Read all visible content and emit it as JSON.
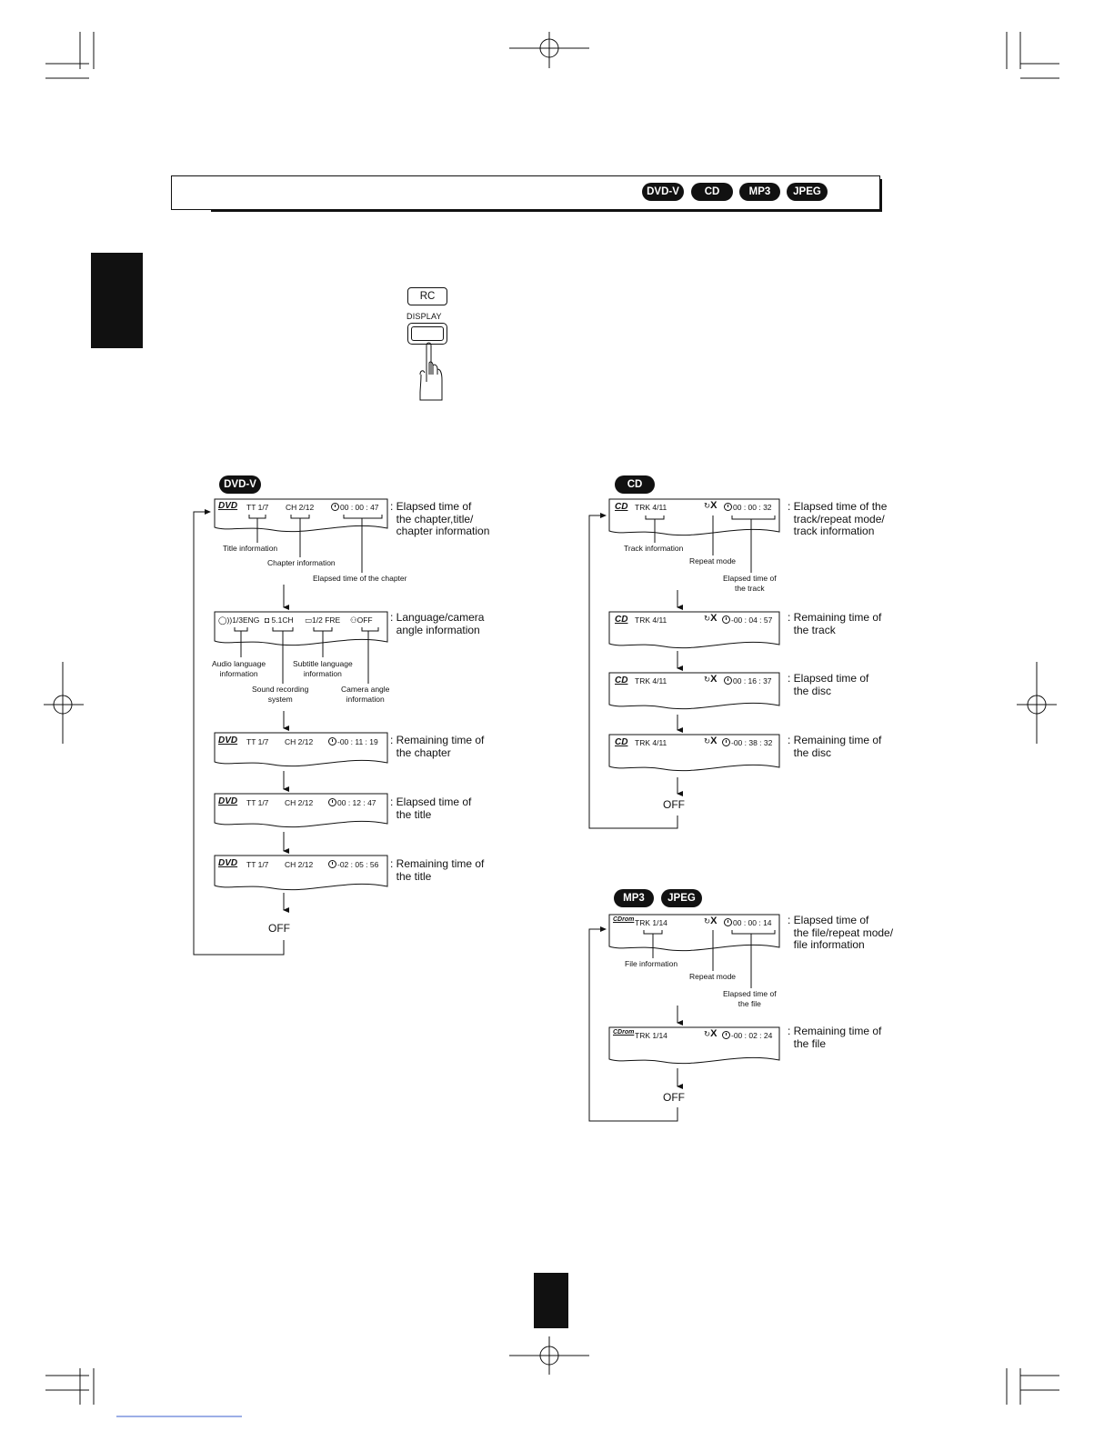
{
  "header": {
    "badges": [
      "DVD-V",
      "CD",
      "MP3",
      "JPEG"
    ]
  },
  "remote": {
    "rc_label": "RC",
    "display_label": "DISPLAY"
  },
  "dvd": {
    "badge": "DVD-V",
    "logo": "DVD",
    "screens": [
      {
        "tt": "TT  1/7",
        "ch": "CH  2/12",
        "time": "00 : 00 : 47",
        "desc": ": Elapsed time of\n  the chapter,title/\n  chapter information"
      },
      {
        "audio": "1/3ENG",
        "sound": "5.1CH",
        "subtitle": "1/2 FRE",
        "angle": "OFF",
        "desc": ": Language/camera\n  angle information"
      },
      {
        "tt": "TT  1/7",
        "ch": "CH  2/12",
        "time": "-00 : 11 : 19",
        "desc": ": Remaining time of\n  the chapter"
      },
      {
        "tt": "TT  1/7",
        "ch": "CH  2/12",
        "time": "00 : 12 : 47",
        "desc": ": Elapsed time of\n  the title"
      },
      {
        "tt": "TT  1/7",
        "ch": "CH  2/12",
        "time": "-02 : 05 : 56",
        "desc": ": Remaining time of\n  the title"
      }
    ],
    "annotations": {
      "title_info": "Title information",
      "chapter_info": "Chapter information",
      "elapsed_chapter": "Elapsed time of the chapter",
      "audio_lang": "Audio language\ninformation",
      "subtitle_lang": "Subtitle language\ninformation",
      "sound_system": "Sound recording\nsystem",
      "camera_angle": "Camera angle\ninformation"
    },
    "off": "OFF"
  },
  "cd": {
    "badge": "CD",
    "logo": "CD",
    "repeat": "X",
    "screens": [
      {
        "trk": "TRK  4/11",
        "time": "00 : 00 : 32",
        "desc": ": Elapsed time of the\n  track/repeat mode/\n  track information"
      },
      {
        "trk": "TRK  4/11",
        "time": "-00 : 04 : 57",
        "desc": ": Remaining time of\n  the track"
      },
      {
        "trk": "TRK  4/11",
        "time": "00 : 16 : 37",
        "desc": ": Elapsed time of\n  the disc"
      },
      {
        "trk": "TRK  4/11",
        "time": "-00 : 38 : 32",
        "desc": ": Remaining time of\n  the disc"
      }
    ],
    "annotations": {
      "track_info": "Track information",
      "repeat_mode": "Repeat mode",
      "elapsed_track": "Elapsed time of\nthe track"
    },
    "off": "OFF"
  },
  "mp3": {
    "badges": [
      "MP3",
      "JPEG"
    ],
    "logo": "CDrom",
    "repeat": "X",
    "screens": [
      {
        "trk": "TRK  1/14",
        "time": "00 : 00 : 14",
        "desc": ": Elapsed time of\n  the file/repeat mode/\n  file information"
      },
      {
        "trk": "TRK  1/14",
        "time": "-00 : 02 : 24",
        "desc": ": Remaining time of\n  the file"
      }
    ],
    "annotations": {
      "file_info": "File information",
      "repeat_mode": "Repeat mode",
      "elapsed_file": "Elapsed time of\nthe file"
    },
    "off": "OFF"
  }
}
